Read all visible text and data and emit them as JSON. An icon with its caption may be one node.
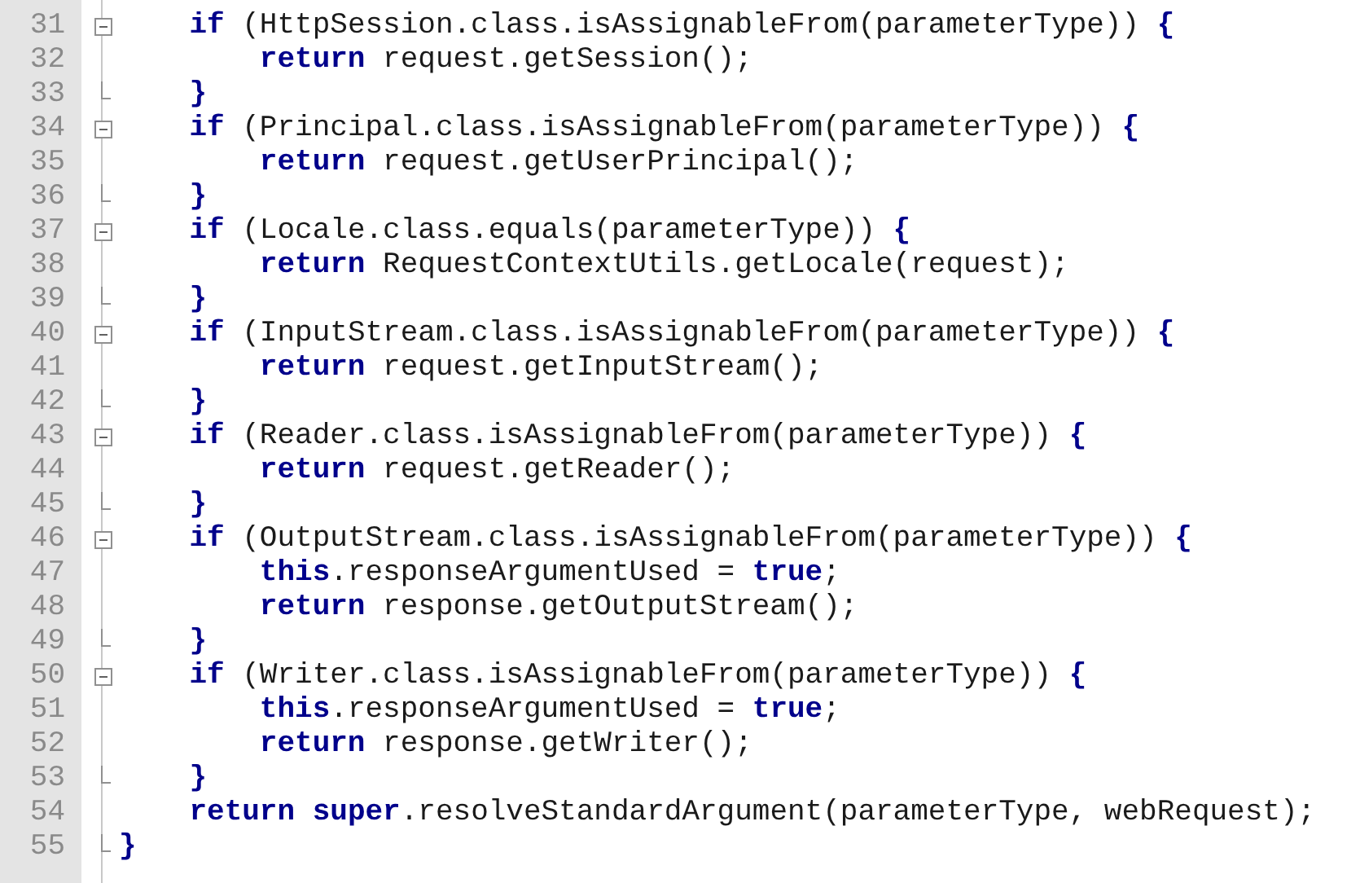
{
  "diagram": {
    "labels": [
      "31",
      "    **if** (HttpSession.class.isAssignableFrom(parameterType)) **{**",
      "32",
      "        **return** request.getSession();",
      "33",
      "    **}**",
      "34",
      "    **if** (Principal.class.isAssignableFrom(parameterType)) **{**",
      "35",
      "        **return** request.getUserPrincipal();",
      "36",
      "    **}**",
      "37",
      "    **if** (Locale.class.equals(parameterType)) **{**",
      "38",
      "        **return** RequestContextUtils.getLocale(request);",
      "39",
      "    **}**",
      "40",
      "    **if** (InputStream.class.isAssignableFrom(parameterType)) **{**",
      "41",
      "        **return** request.getInputStream();",
      "42",
      "    **}**",
      "43",
      "    **if** (Reader.class.isAssignableFrom(parameterType)) **{**",
      "44",
      "        **return** request.getReader();",
      "45",
      "    **}**",
      "46",
      "    **if** (OutputStream.class.isAssignableFrom(parameterType)) **{**",
      "47",
      "        **this**.responseArgumentUsed = **true**;",
      "48",
      "        **return** response.getOutputStream();",
      "49",
      "    **}**",
      "50",
      "    **if** (Writer.class.isAssignableFrom(parameterType)) **{**",
      "51",
      "        **this**.responseArgumentUsed = **true**;",
      "52",
      "        **return** response.getWriter();",
      "53",
      "    **}**",
      "54",
      "    **return** **super**.resolveStandardArgument(parameterType, webRequest);",
      "55",
      "**}**"
    ]
  }
}
